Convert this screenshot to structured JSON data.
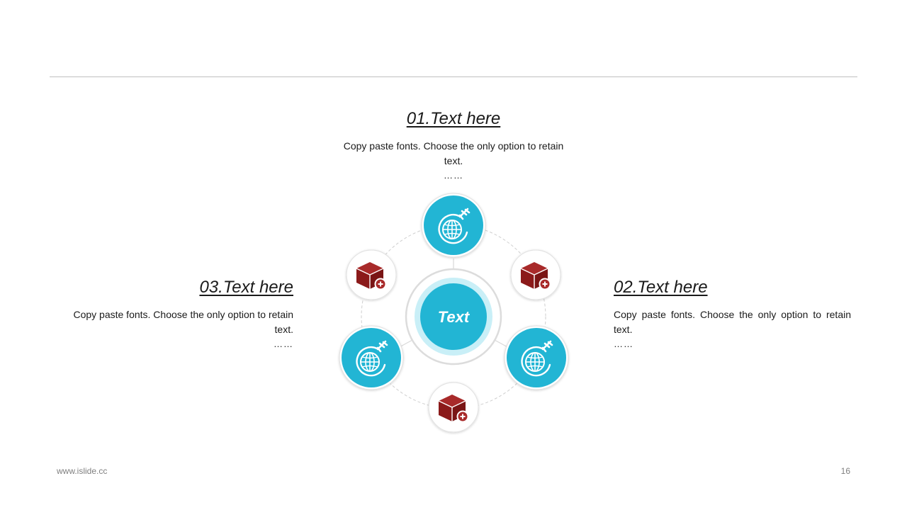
{
  "items": [
    {
      "heading": "01.Text here",
      "body": "Copy paste fonts. Choose the only option to retain text.",
      "ellipsis": "……"
    },
    {
      "heading": "02.Text here",
      "body": "Copy paste fonts. Choose the only option to retain text.",
      "ellipsis": "……"
    },
    {
      "heading": "03.Text here",
      "body": "Copy paste fonts. Choose the only option to retain text.",
      "ellipsis": "……"
    }
  ],
  "center": {
    "label": "Text"
  },
  "nodes": [
    {
      "icon": "globe-airplane-icon"
    },
    {
      "icon": "globe-airplane-icon"
    },
    {
      "icon": "globe-airplane-icon"
    },
    {
      "icon": "box-add-icon"
    },
    {
      "icon": "box-add-icon"
    },
    {
      "icon": "box-add-icon"
    }
  ],
  "colors": {
    "accent": "#22b5d4",
    "accent_light": "#c9eff7",
    "box": "#8b1a1a",
    "ring": "#d9d9d9",
    "rule": "#bfbfbf"
  },
  "footer": {
    "website": "www.islide.cc",
    "page_number": "16"
  }
}
